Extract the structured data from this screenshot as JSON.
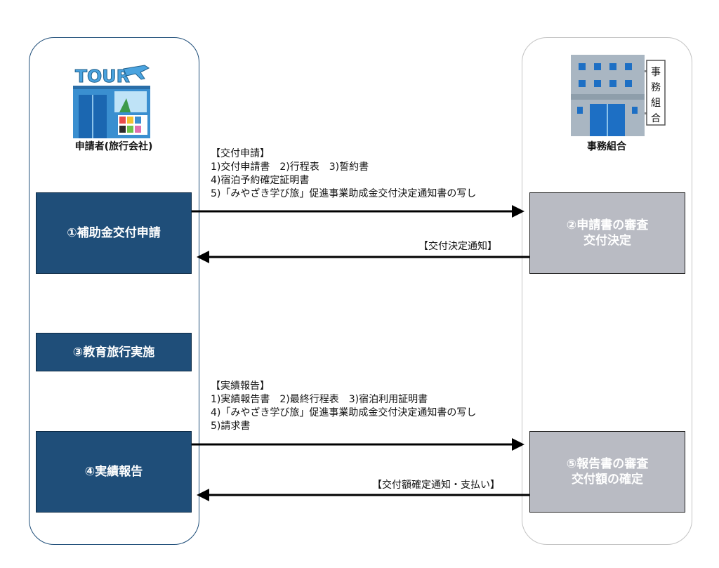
{
  "lanes": {
    "left_label": "申請者(旅行会社)",
    "right_label": "事務組合"
  },
  "icons": {
    "tour_sign": "TOUR",
    "building_sign": [
      "事",
      "務",
      "組",
      "合"
    ]
  },
  "boxes": {
    "step1": "①補助金交付申請",
    "step2": [
      "②申請書の審査",
      "交付決定"
    ],
    "step3": "③教育旅行実施",
    "step4": "④実績報告",
    "step5": [
      "⑤報告書の審査",
      "交付額の確定"
    ]
  },
  "notes": {
    "application": {
      "title": "【交付申請】",
      "lines": [
        "1)交付申請書　2)行程表　3)誓約書",
        "4)宿泊予約確定証明書",
        "5)「みやざき学び旅」促進事業助成金交付決定通知書の写し"
      ]
    },
    "decision": "【交付決定通知】",
    "report": {
      "title": "【実績報告】",
      "lines": [
        "1)実績報告書　2)最終行程表　3)宿泊利用証明書",
        "4)「みやざき学び旅」促進事業助成金交付決定通知書の写し",
        "5)請求書"
      ]
    },
    "payment": "【交付額確定通知・支払い】"
  },
  "colors": {
    "applicant_box": "#1f4e79",
    "office_box": "#b9bbc3",
    "arrow": "#000000"
  }
}
